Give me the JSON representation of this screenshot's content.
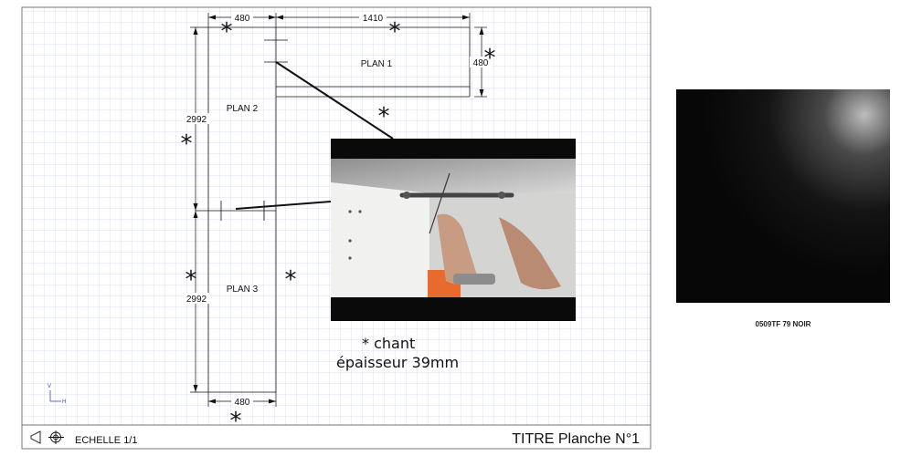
{
  "dimensions": {
    "top_left_width": "480",
    "top_right_width": "1410",
    "plan1_depth": "480",
    "plan2_length": "2992",
    "plan3_length": "2992",
    "bottom_width": "480"
  },
  "panels": {
    "plan1": "PLAN 1",
    "plan2": "PLAN 2",
    "plan3": "PLAN 3"
  },
  "markers": {
    "edge_symbol": "*"
  },
  "note": {
    "line1": "* chant",
    "line2": "épaisseur 39mm"
  },
  "axis": {
    "vertical": "V",
    "horizontal": "H"
  },
  "title_block": {
    "scale": "ECHELLE 1/1",
    "title": "TITRE Planche N°1"
  },
  "swatch": {
    "label": "0509TF 79 NOIR",
    "color": "#111111"
  },
  "colors": {
    "grid": "#d9dcf5",
    "line": "#111111",
    "video_bar": "#0a0a0a"
  }
}
